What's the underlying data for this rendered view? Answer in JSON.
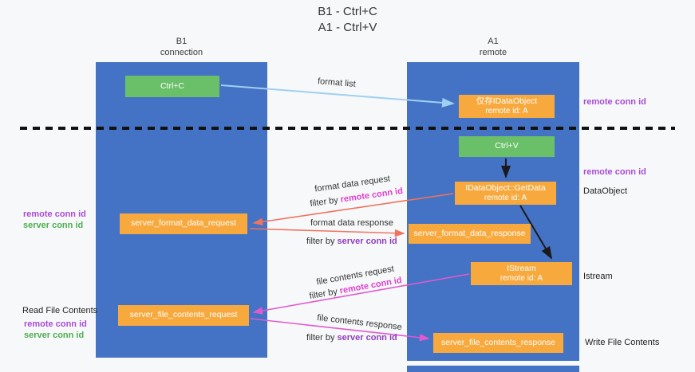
{
  "title": {
    "line1": "B1 - Ctrl+C",
    "line2": "A1 - Ctrl+V"
  },
  "lanes": {
    "left": {
      "name": "B1",
      "role": "connection"
    },
    "right": {
      "name": "A1",
      "role": "remote"
    }
  },
  "nodes": {
    "ctrl_c": {
      "label": "Ctrl+C"
    },
    "ctrl_v": {
      "label": "Ctrl+V"
    },
    "dataobject_only": {
      "line1": "仅存IDataObject",
      "line2": "remote id: A"
    },
    "getdata": {
      "line1": "IDataObject::GetData",
      "line2": "remote id: A"
    },
    "istream": {
      "line1": "IStream",
      "line2": "remote id: A"
    },
    "server_format_data_request": {
      "label": "server_format_data_request"
    },
    "server_format_data_response": {
      "label": "server_format_data_response"
    },
    "server_file_contents_request": {
      "label": "server_file_contents_request"
    },
    "server_file_contents_response": {
      "label": "server_file_contents_response"
    }
  },
  "labels": {
    "remote_conn_id": "remote conn id",
    "server_conn_id": "server conn id",
    "dataobject": "DataObject",
    "istream": "Istream",
    "read_file_contents": "Read File Contents",
    "write_file_contents": "Write File Contents"
  },
  "arrow_labels": {
    "format_list": "format list",
    "format_data_request": "format data request",
    "format_data_response": "format data response",
    "file_contents_request": "file contents request",
    "file_contents_response": "file contents response",
    "filter_by": "filter by"
  },
  "colors": {
    "lane_blue": "#4472c4",
    "node_orange": "#f8a93e",
    "node_green": "#6abf69",
    "label_purple": "#a84cd6",
    "label_magenta": "#e040d0",
    "label_violet": "#8e3fc0",
    "label_green": "#4caf50",
    "arrow_salmon": "#f0735f",
    "arrow_magenta": "#e05ad0",
    "arrow_lightblue": "#9fd0f2",
    "arrow_black": "#1a1a1a"
  }
}
